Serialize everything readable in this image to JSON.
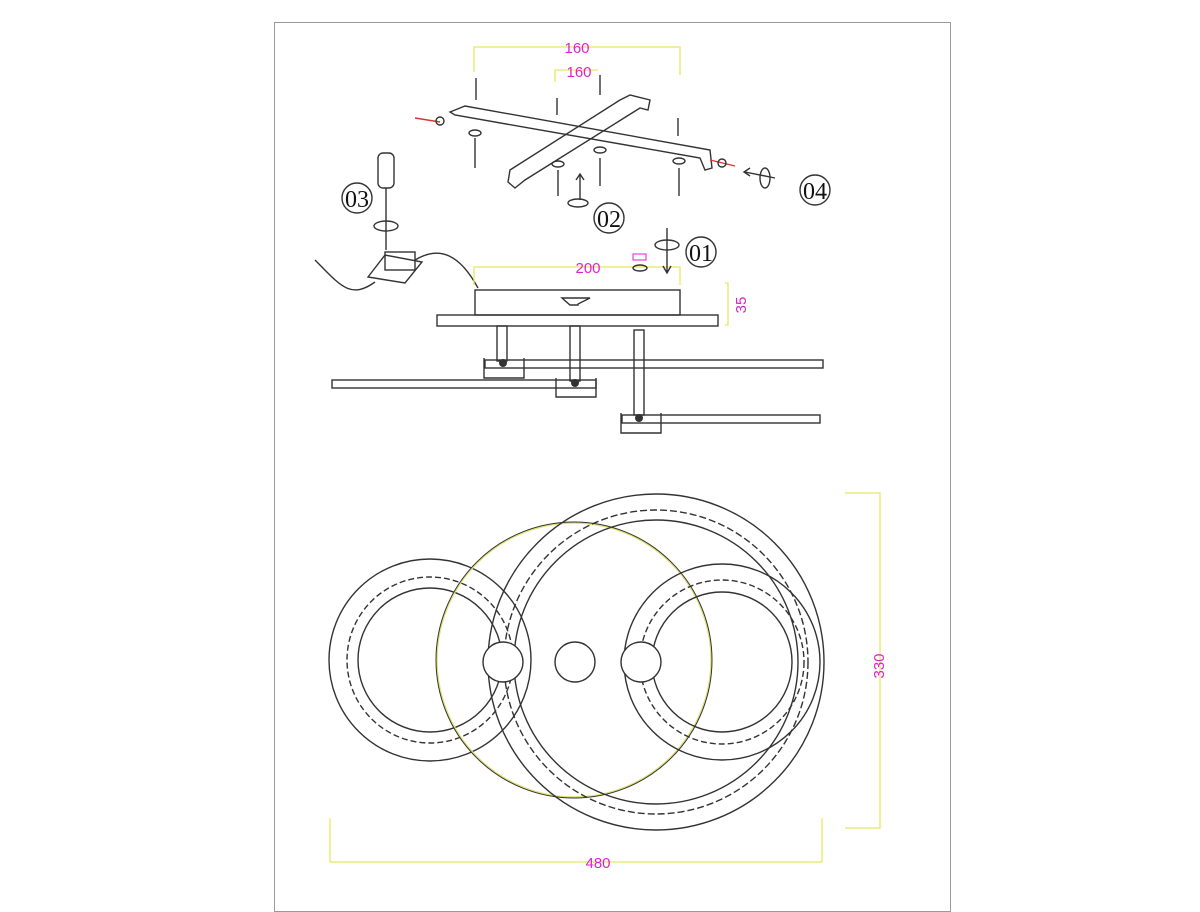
{
  "dimensions": {
    "bracket_outer": "160",
    "bracket_inner": "160",
    "base_width": "200",
    "base_height": "35",
    "fixture_height": "330",
    "fixture_width": "480"
  },
  "steps": [
    "01",
    "02",
    "03",
    "04"
  ],
  "colors": {
    "dimension_text": "#e020d0",
    "dimension_line": "#e8e860",
    "line": "#333333"
  }
}
